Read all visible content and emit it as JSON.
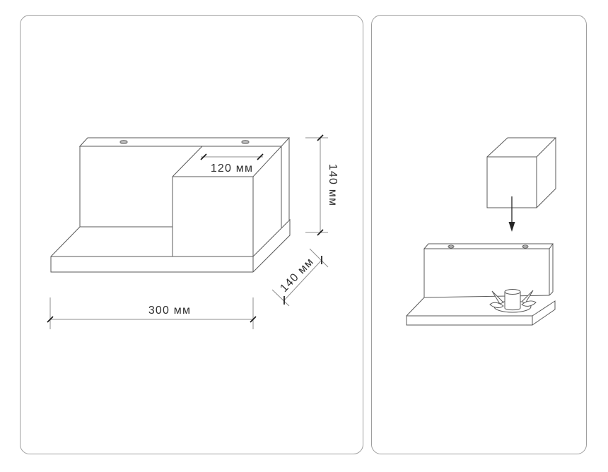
{
  "left_panel": {
    "name": "dimensions-view",
    "dimensions": {
      "cube_width": "120 мм",
      "total_height": "140 мм",
      "depth": "140 мм",
      "total_width": "300 мм"
    }
  },
  "right_panel": {
    "name": "assembly-view",
    "icons": {
      "cube": "mounting-cube",
      "arrow": "downward-assembly-arrow",
      "socket": "lamp-socket",
      "screws": "slotted-screw-heads"
    }
  },
  "colors": {
    "background": "#ffffff",
    "panel_border": "#9e9e9e",
    "object_line": "#5a5a5a",
    "dimension_line": "#8d8d8d",
    "tick": "#1a1a1a",
    "label_text": "#2f2f2f",
    "arrow": "#262626"
  }
}
